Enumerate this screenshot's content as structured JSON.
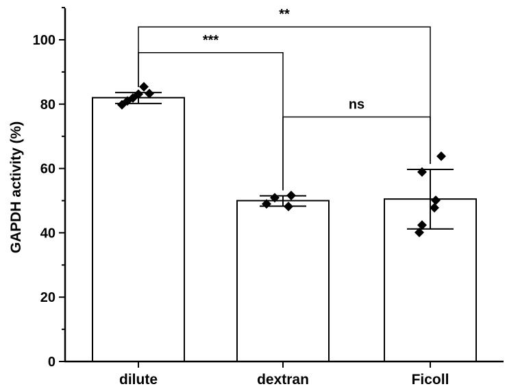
{
  "chart_data": {
    "type": "bar",
    "title": "",
    "xlabel": "",
    "ylabel": "GAPDH activity (%)",
    "ylim": [
      0,
      110
    ],
    "yticks": [
      0,
      20,
      40,
      60,
      80,
      100
    ],
    "categories": [
      "dilute",
      "dextran",
      "Ficoll"
    ],
    "values": [
      82,
      50,
      50.5
    ],
    "errors": [
      {
        "low": 80.2,
        "high": 83.6
      },
      {
        "low": 48.3,
        "high": 51.5
      },
      {
        "low": 41.2,
        "high": 59.7
      }
    ],
    "points": [
      [
        79.8,
        81.0,
        81.9,
        83.1,
        85.4,
        83.3
      ],
      [
        49.0,
        50.9,
        51.6,
        48.2
      ],
      [
        63.8,
        58.9,
        50.1,
        47.8,
        42.4,
        40.1
      ]
    ],
    "points_x_offset": [
      [
        -24,
        -16,
        -8,
        0,
        8,
        16
      ],
      [
        -24,
        -12,
        12,
        8
      ],
      [
        16,
        -12,
        8,
        6,
        -12,
        -16
      ]
    ],
    "significance": [
      {
        "from": 0,
        "to": 2,
        "label": "**",
        "level": 104
      },
      {
        "from": 0,
        "to": 1,
        "label": "***",
        "level": 96
      },
      {
        "from": 1,
        "to": 2,
        "label": "ns",
        "level": 76
      }
    ],
    "colors": {
      "bar_fill": "#ffffff",
      "stroke": "#000000",
      "marker": "#000000"
    }
  }
}
